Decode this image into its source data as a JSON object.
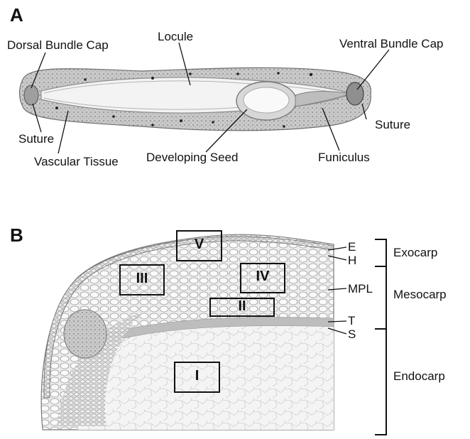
{
  "panel_a": {
    "letter": "A",
    "labels": {
      "dorsal_bundle_cap": "Dorsal Bundle Cap",
      "locule": "Locule",
      "ventral_bundle_cap": "Ventral Bundle Cap",
      "suture_left": "Suture",
      "suture_right": "Suture",
      "vascular_tissue": "Vascular Tissue",
      "developing_seed": "Developing Seed",
      "funiculus": "Funiculus"
    }
  },
  "panel_b": {
    "letter": "B",
    "regions": [
      "I",
      "II",
      "III",
      "IV",
      "V"
    ],
    "layer_labels": {
      "e": "E",
      "h": "H",
      "mpl": "MPL",
      "t": "T",
      "s": "S"
    },
    "zones": {
      "exocarp": "Exocarp",
      "mesocarp": "Mesocarp",
      "endocarp": "Endocarp"
    }
  }
}
